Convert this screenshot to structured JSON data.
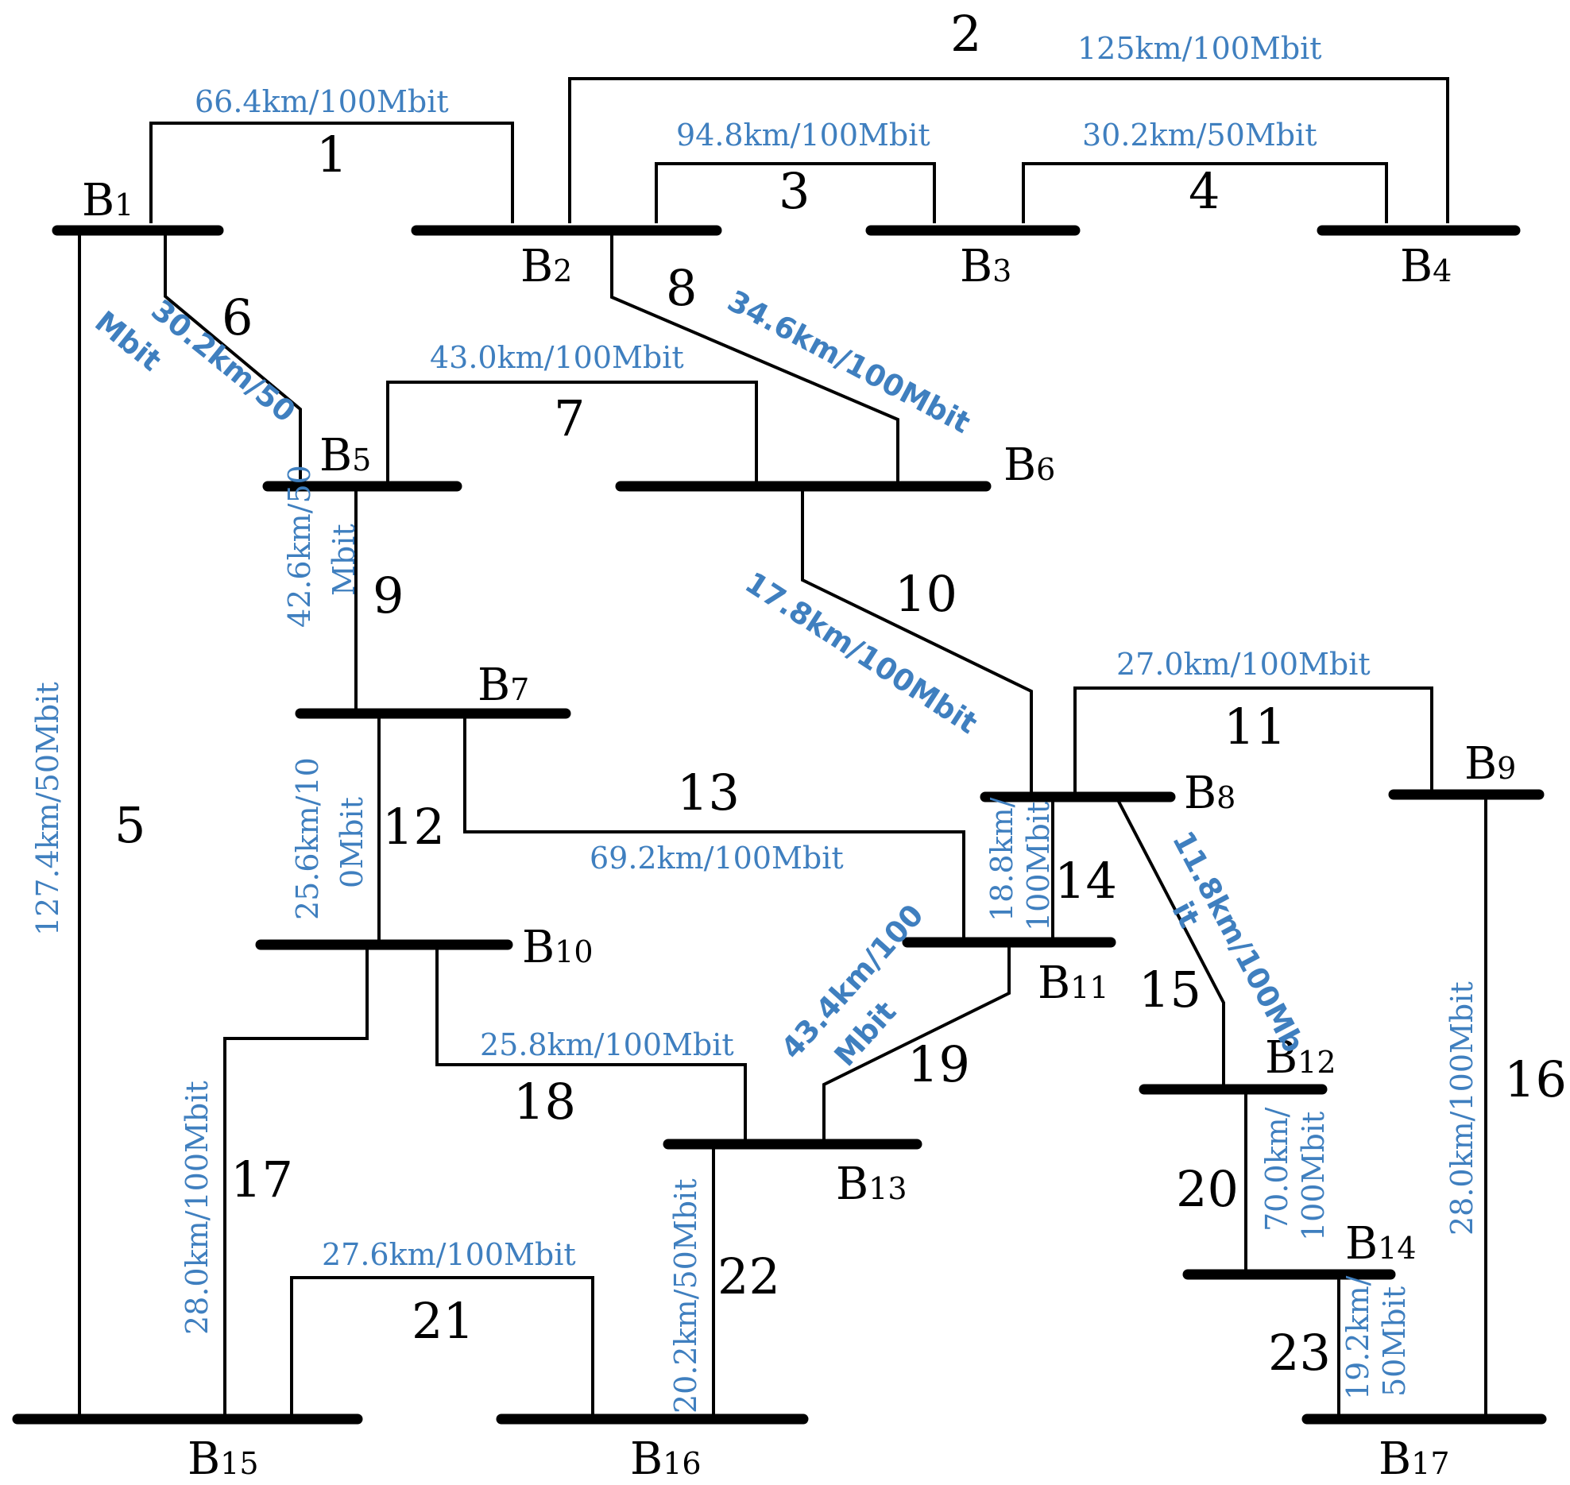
{
  "buses": [
    {
      "id": "B1",
      "name": "B",
      "sub": "1"
    },
    {
      "id": "B2",
      "name": "B",
      "sub": "2"
    },
    {
      "id": "B3",
      "name": "B",
      "sub": "3"
    },
    {
      "id": "B4",
      "name": "B",
      "sub": "4"
    },
    {
      "id": "B5",
      "name": "B",
      "sub": "5"
    },
    {
      "id": "B6",
      "name": "B",
      "sub": "6"
    },
    {
      "id": "B7",
      "name": "B",
      "sub": "7"
    },
    {
      "id": "B8",
      "name": "B",
      "sub": "8"
    },
    {
      "id": "B9",
      "name": "B",
      "sub": "9"
    },
    {
      "id": "B10",
      "name": "B",
      "sub": "10"
    },
    {
      "id": "B11",
      "name": "B",
      "sub": "11"
    },
    {
      "id": "B12",
      "name": "B",
      "sub": "12"
    },
    {
      "id": "B13",
      "name": "B",
      "sub": "13"
    },
    {
      "id": "B14",
      "name": "B",
      "sub": "14"
    },
    {
      "id": "B15",
      "name": "B",
      "sub": "15"
    },
    {
      "id": "B16",
      "name": "B",
      "sub": "16"
    },
    {
      "id": "B17",
      "name": "B",
      "sub": "17"
    }
  ],
  "links": [
    {
      "id": "1",
      "from": "B1",
      "to": "B2",
      "label": "66.4km/100Mbit"
    },
    {
      "id": "2",
      "from": "B2",
      "to": "B4",
      "label": "125km/100Mbit"
    },
    {
      "id": "3",
      "from": "B2",
      "to": "B3",
      "label": "94.8km/100Mbit"
    },
    {
      "id": "4",
      "from": "B3",
      "to": "B4",
      "label": "30.2km/50Mbit"
    },
    {
      "id": "5",
      "from": "B1",
      "to": "B15",
      "label": "127.4km/50Mbit"
    },
    {
      "id": "6",
      "from": "B1",
      "to": "B5",
      "label_lines": [
        "30.2km/50",
        "Mbit"
      ]
    },
    {
      "id": "7",
      "from": "B5",
      "to": "B6",
      "label": "43.0km/100Mbit"
    },
    {
      "id": "8",
      "from": "B2",
      "to": "B6",
      "label": "34.6km/100Mbit"
    },
    {
      "id": "9",
      "from": "B5",
      "to": "B7",
      "label_lines": [
        "42.6km/50",
        "Mbit"
      ]
    },
    {
      "id": "10",
      "from": "B6",
      "to": "B8",
      "label": "17.8km/100Mbit"
    },
    {
      "id": "11",
      "from": "B8",
      "to": "B9",
      "label": "27.0km/100Mbit"
    },
    {
      "id": "12",
      "from": "B7",
      "to": "B10",
      "label_lines": [
        "25.6km/10",
        "0Mbit"
      ]
    },
    {
      "id": "13",
      "from": "B7",
      "to": "B11",
      "label": "69.2km/100Mbit"
    },
    {
      "id": "14",
      "from": "B8",
      "to": "B11",
      "label_lines": [
        "18.8km/",
        "100Mbit"
      ]
    },
    {
      "id": "15",
      "from": "B8",
      "to": "B12",
      "label_lines": [
        "11.8km/100Mb",
        "it"
      ]
    },
    {
      "id": "16",
      "from": "B9",
      "to": "B17",
      "label": "28.0km/100Mbit"
    },
    {
      "id": "17",
      "from": "B10",
      "to": "B15",
      "label": "28.0km/100Mbit"
    },
    {
      "id": "18",
      "from": "B10",
      "to": "B13",
      "label": "25.8km/100Mbit"
    },
    {
      "id": "19",
      "from": "B11",
      "to": "B13",
      "label_lines": [
        "43.4km/100",
        "Mbit"
      ]
    },
    {
      "id": "20",
      "from": "B12",
      "to": "B14",
      "label_lines": [
        "70.0km/",
        "100Mbit"
      ]
    },
    {
      "id": "21",
      "from": "B15",
      "to": "B16",
      "label": "27.6km/100Mbit"
    },
    {
      "id": "22",
      "from": "B13",
      "to": "B16",
      "label": "20.2km/50Mbit"
    },
    {
      "id": "23",
      "from": "B14",
      "to": "B17",
      "label_lines": [
        "19.2km/",
        "50Mbit"
      ]
    }
  ],
  "colors": {
    "label": "#3f7fbf",
    "line": "#000000",
    "background": "#ffffff"
  }
}
